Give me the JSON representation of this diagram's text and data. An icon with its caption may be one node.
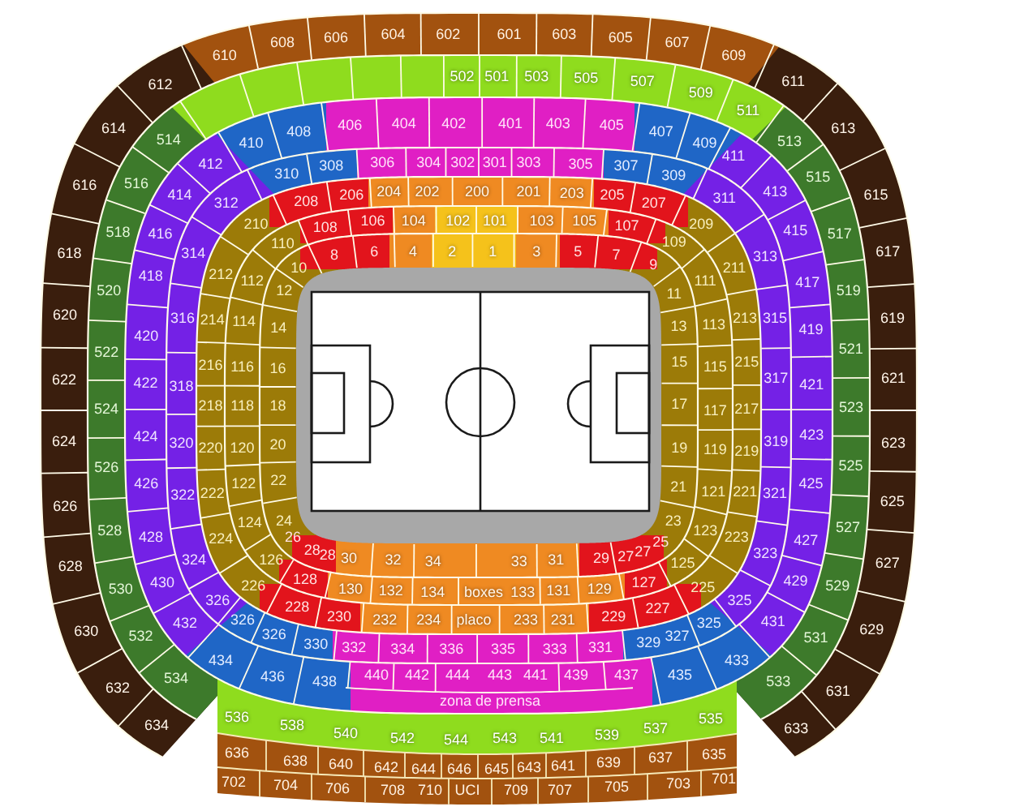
{
  "diagram": {
    "labels": [
      "610",
      "608",
      "606",
      "604",
      "602",
      "601",
      "603",
      "605",
      "607",
      "609",
      "612",
      "614",
      "616",
      "618",
      "620",
      "622",
      "624",
      "626",
      "628",
      "630",
      "632",
      "634",
      "611",
      "613",
      "615",
      "617",
      "619",
      "621",
      "623",
      "625",
      "627",
      "629",
      "631",
      "633",
      "502",
      "501",
      "503",
      "505",
      "507",
      "509",
      "511",
      "514",
      "516",
      "518",
      "520",
      "522",
      "524",
      "526",
      "528",
      "530",
      "532",
      "534",
      "513",
      "515",
      "517",
      "519",
      "521",
      "523",
      "525",
      "527",
      "529",
      "531",
      "533",
      "410",
      "408",
      "406",
      "404",
      "402",
      "401",
      "403",
      "405",
      "407",
      "409",
      "412",
      "414",
      "416",
      "418",
      "420",
      "422",
      "424",
      "426",
      "428",
      "430",
      "432",
      "411",
      "413",
      "415",
      "417",
      "419",
      "421",
      "423",
      "425",
      "427",
      "429",
      "431",
      "434",
      "436",
      "438",
      "440",
      "442",
      "444",
      "443",
      "441",
      "439",
      "437",
      "435",
      "433",
      "zona de prensa",
      "310",
      "308",
      "306",
      "304",
      "302",
      "301",
      "303",
      "305",
      "307",
      "309",
      "312",
      "314",
      "316",
      "318",
      "320",
      "322",
      "324",
      "326",
      "311",
      "313",
      "315",
      "317",
      "319",
      "321",
      "323",
      "325",
      "326",
      "326",
      "330",
      "332",
      "334",
      "336",
      "335",
      "333",
      "331",
      "329",
      "327",
      "325",
      "208",
      "206",
      "204",
      "202",
      "200",
      "201",
      "203",
      "205",
      "207",
      "210",
      "212",
      "214",
      "216",
      "218",
      "220",
      "222",
      "224",
      "226",
      "209",
      "211",
      "213",
      "215",
      "217",
      "219",
      "221",
      "223",
      "225",
      "228",
      "230",
      "232",
      "234",
      "placo",
      "233",
      "231",
      "229",
      "227",
      "108",
      "106",
      "104",
      "102",
      "101",
      "103",
      "105",
      "107",
      "110",
      "112",
      "114",
      "116",
      "118",
      "120",
      "122",
      "124",
      "126",
      "109",
      "111",
      "113",
      "115",
      "117",
      "119",
      "121",
      "123",
      "125",
      "128",
      "130",
      "132",
      "134",
      "boxes",
      "133",
      "131",
      "129",
      "127",
      "8",
      "6",
      "4",
      "2",
      "1",
      "3",
      "5",
      "7",
      "10",
      "12",
      "14",
      "16",
      "18",
      "20",
      "22",
      "24",
      "26",
      "9",
      "11",
      "13",
      "15",
      "17",
      "19",
      "21",
      "23",
      "25",
      "28",
      "28",
      "30",
      "32",
      "34",
      "33",
      "31",
      "29",
      "27",
      "27",
      "536",
      "538",
      "540",
      "542",
      "544",
      "543",
      "541",
      "539",
      "537",
      "535",
      "636",
      "638",
      "640",
      "642",
      "644",
      "646",
      "645",
      "643",
      "641",
      "639",
      "637",
      "635",
      "702",
      "704",
      "706",
      "708",
      "710",
      "UCI",
      "709",
      "707",
      "705",
      "703",
      "701"
    ]
  }
}
